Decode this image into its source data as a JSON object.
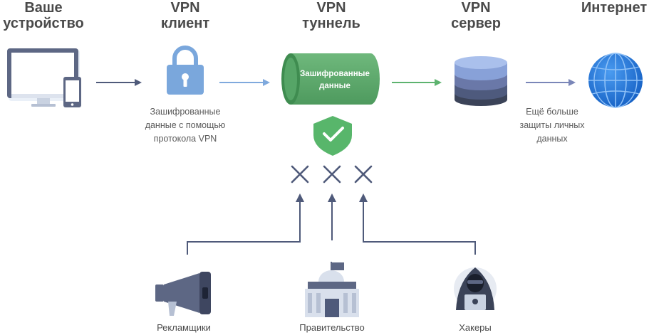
{
  "headers": {
    "device_line1": "Ваше",
    "device_line2": "устройство",
    "client_line1": "VPN",
    "client_line2": "клиент",
    "tunnel_line1": "VPN",
    "tunnel_line2": "туннель",
    "server_line1": "VPN",
    "server_line2": "сервер",
    "internet": "Интернет"
  },
  "tunnel": {
    "line1": "Зашифрованные",
    "line2": "данные"
  },
  "captions": {
    "client": [
      "Зашифрованные",
      "данные с помощью",
      "протокола VPN"
    ],
    "server": [
      "Ещё больше",
      "защиты личных",
      "данных"
    ]
  },
  "threats": {
    "advertisers": "Рекламщики",
    "government": "Правительство",
    "hackers": "Хакеры"
  },
  "colors": {
    "heading": "#4a4a4a",
    "arrow_dark": "#4f5a7a",
    "arrow_blue": "#7fa9dd",
    "arrow_green": "#5db36f",
    "tunnel_green": "#5aa669",
    "shield_green": "#58b66b",
    "lock_blue": "#7aa7dc",
    "globe_blue": "#1f6fd1"
  }
}
